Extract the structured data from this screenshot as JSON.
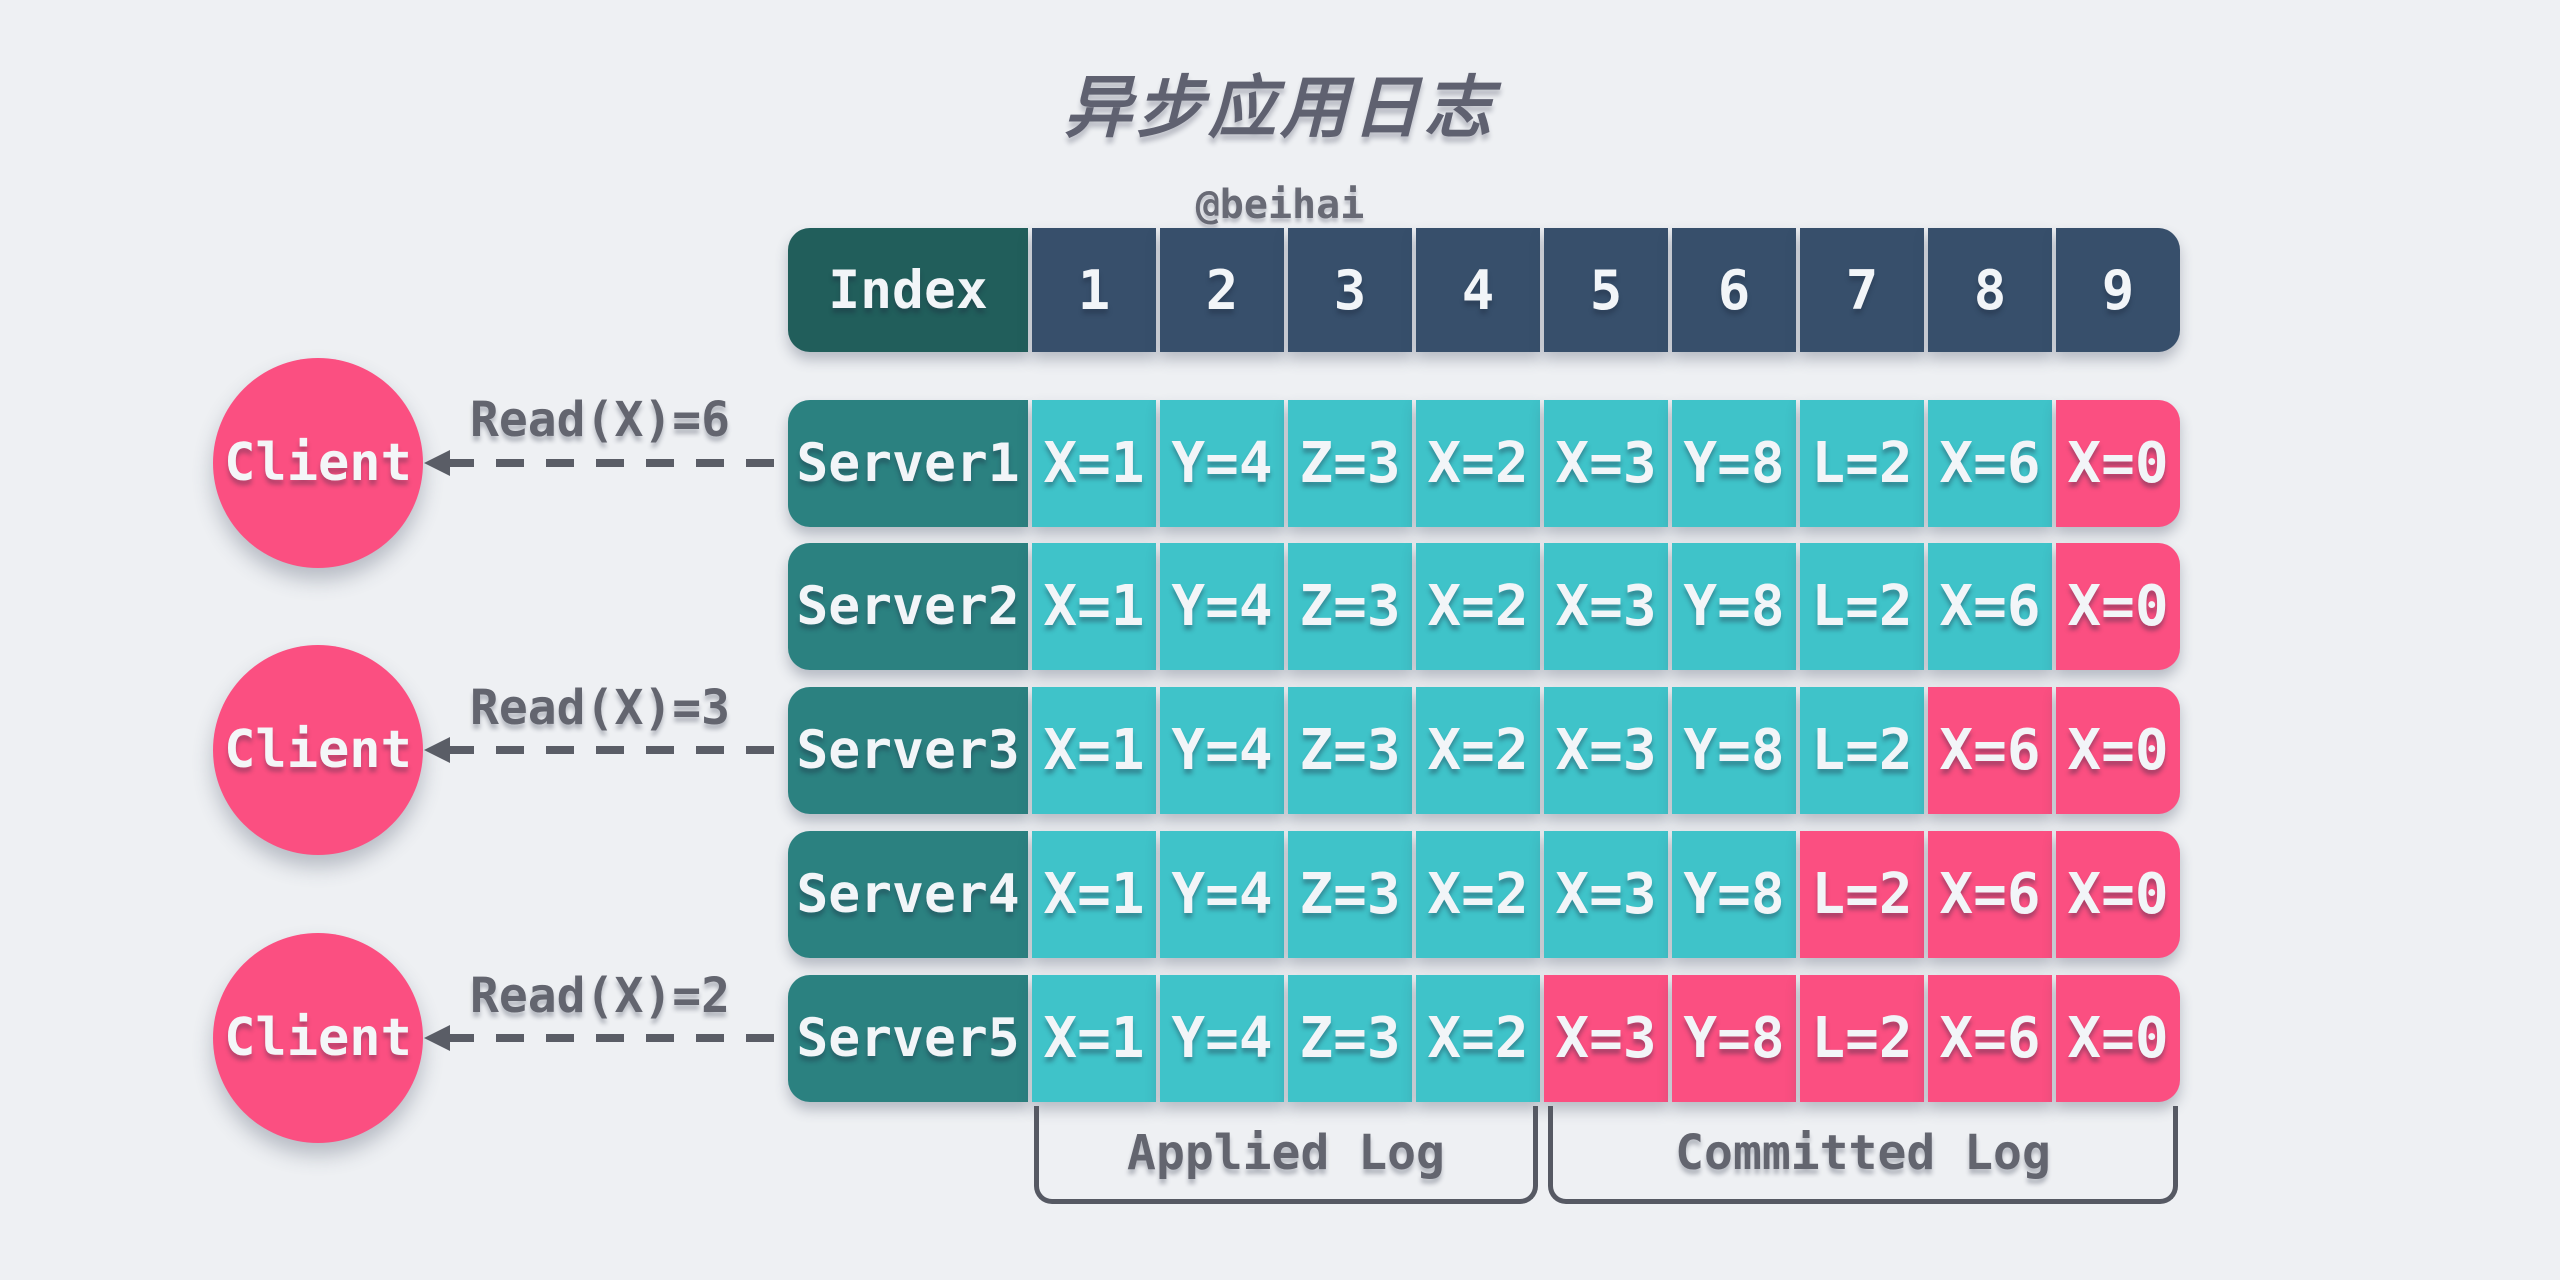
{
  "title": "异步应用日志",
  "subtitle": "@beihai",
  "log_table": {
    "index_header": "Index",
    "indices": [
      "1",
      "2",
      "3",
      "4",
      "5",
      "6",
      "7",
      "8",
      "9"
    ],
    "rows": [
      {
        "name": "Server1",
        "entries": [
          {
            "value": "X=1",
            "state": "applied"
          },
          {
            "value": "Y=4",
            "state": "applied"
          },
          {
            "value": "Z=3",
            "state": "applied"
          },
          {
            "value": "X=2",
            "state": "applied"
          },
          {
            "value": "X=3",
            "state": "applied"
          },
          {
            "value": "Y=8",
            "state": "applied"
          },
          {
            "value": "L=2",
            "state": "applied"
          },
          {
            "value": "X=6",
            "state": "applied"
          },
          {
            "value": "X=0",
            "state": "committed"
          }
        ]
      },
      {
        "name": "Server2",
        "entries": [
          {
            "value": "X=1",
            "state": "applied"
          },
          {
            "value": "Y=4",
            "state": "applied"
          },
          {
            "value": "Z=3",
            "state": "applied"
          },
          {
            "value": "X=2",
            "state": "applied"
          },
          {
            "value": "X=3",
            "state": "applied"
          },
          {
            "value": "Y=8",
            "state": "applied"
          },
          {
            "value": "L=2",
            "state": "applied"
          },
          {
            "value": "X=6",
            "state": "applied"
          },
          {
            "value": "X=0",
            "state": "committed"
          }
        ]
      },
      {
        "name": "Server3",
        "entries": [
          {
            "value": "X=1",
            "state": "applied"
          },
          {
            "value": "Y=4",
            "state": "applied"
          },
          {
            "value": "Z=3",
            "state": "applied"
          },
          {
            "value": "X=2",
            "state": "applied"
          },
          {
            "value": "X=3",
            "state": "applied"
          },
          {
            "value": "Y=8",
            "state": "applied"
          },
          {
            "value": "L=2",
            "state": "applied"
          },
          {
            "value": "X=6",
            "state": "committed"
          },
          {
            "value": "X=0",
            "state": "committed"
          }
        ]
      },
      {
        "name": "Server4",
        "entries": [
          {
            "value": "X=1",
            "state": "applied"
          },
          {
            "value": "Y=4",
            "state": "applied"
          },
          {
            "value": "Z=3",
            "state": "applied"
          },
          {
            "value": "X=2",
            "state": "applied"
          },
          {
            "value": "X=3",
            "state": "applied"
          },
          {
            "value": "Y=8",
            "state": "applied"
          },
          {
            "value": "L=2",
            "state": "committed"
          },
          {
            "value": "X=6",
            "state": "committed"
          },
          {
            "value": "X=0",
            "state": "committed"
          }
        ]
      },
      {
        "name": "Server5",
        "entries": [
          {
            "value": "X=1",
            "state": "applied"
          },
          {
            "value": "Y=4",
            "state": "applied"
          },
          {
            "value": "Z=3",
            "state": "applied"
          },
          {
            "value": "X=2",
            "state": "applied"
          },
          {
            "value": "X=3",
            "state": "committed"
          },
          {
            "value": "Y=8",
            "state": "committed"
          },
          {
            "value": "L=2",
            "state": "committed"
          },
          {
            "value": "X=6",
            "state": "committed"
          },
          {
            "value": "X=0",
            "state": "committed"
          }
        ]
      }
    ]
  },
  "clients": [
    {
      "label": "Client",
      "read_label": "Read(X)=6",
      "target": "Server1"
    },
    {
      "label": "Client",
      "read_label": "Read(X)=3",
      "target": "Server3"
    },
    {
      "label": "Client",
      "read_label": "Read(X)=2",
      "target": "Server5"
    }
  ],
  "legend": {
    "applied_label": "Applied Log",
    "committed_label": "Committed Log"
  },
  "colors": {
    "background": "#eef0f3",
    "index_header_bg": "#215e5b",
    "index_number_bg": "#374f6b",
    "server_label_bg": "#2b8180",
    "applied_cell_bg": "#3fc3c9",
    "committed_cell_bg": "#fb4f81",
    "client_circle_bg": "#fb4f81",
    "arrow_gray": "#5a5d66",
    "text_light": "#f2f5f8",
    "text_gray": "#63656f"
  }
}
